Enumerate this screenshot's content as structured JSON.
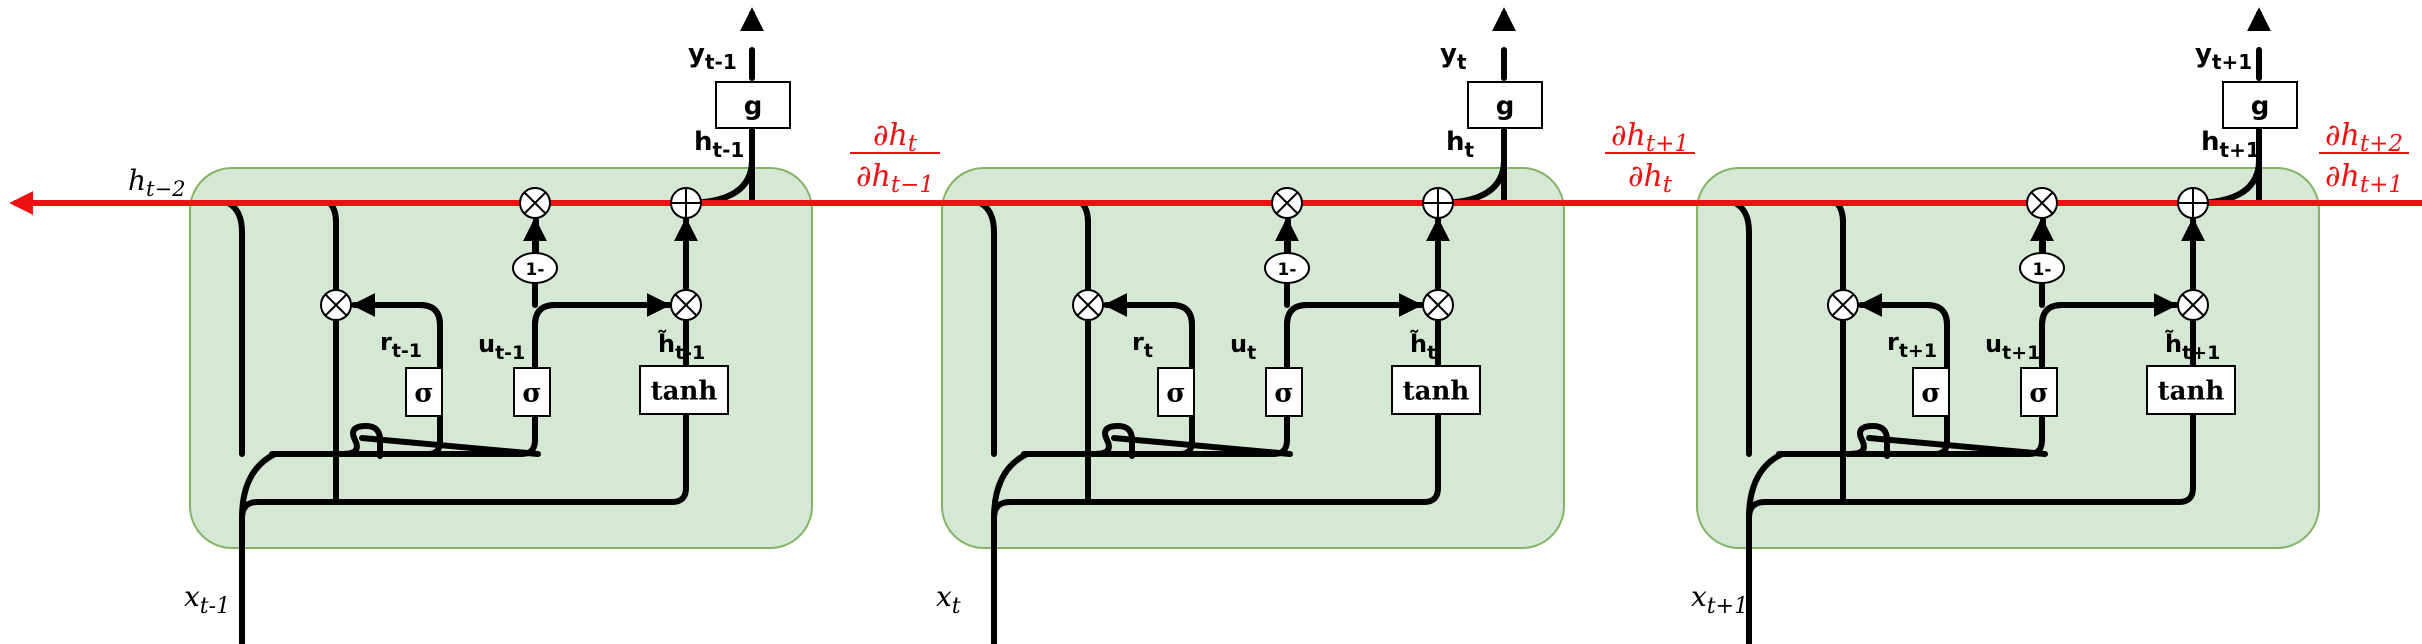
{
  "colors": {
    "cell_fill": "#d5e8d4",
    "cell_stroke": "#82b366",
    "gradient": "#ee1111",
    "ink": "#000000"
  },
  "gate_labels": {
    "sigma": "σ",
    "tanh": "tanh",
    "g": "g",
    "one_minus": "1-"
  },
  "left_label": {
    "h": "h",
    "sub": "t−2"
  },
  "cells": [
    {
      "x_h": "x",
      "x_sub": "t-1",
      "y_h": "y",
      "y_sub": "t-1",
      "hout_h": "h",
      "hout_sub": "t-1",
      "r_h": "r",
      "r_sub": "t-1",
      "u_h": "u",
      "u_sub": "t-1",
      "hc_h": "h̃",
      "hc_sub": "t-1"
    },
    {
      "x_h": "x",
      "x_sub": "t",
      "y_h": "y",
      "y_sub": "t",
      "hout_h": "h",
      "hout_sub": "t",
      "r_h": "r",
      "r_sub": "t",
      "u_h": "u",
      "u_sub": "t",
      "hc_h": "h̃",
      "hc_sub": "t"
    },
    {
      "x_h": "x",
      "x_sub": "t+1",
      "y_h": "y",
      "y_sub": "t+1",
      "hout_h": "h",
      "hout_sub": "t+1",
      "r_h": "r",
      "r_sub": "t+1",
      "u_h": "u",
      "u_sub": "t+1",
      "hc_h": "h̃",
      "hc_sub": "t+1"
    }
  ],
  "gradients": [
    {
      "num": "∂h",
      "num_sub": "t",
      "den": "∂h",
      "den_sub": "t−1"
    },
    {
      "num": "∂h",
      "num_sub": "t+1",
      "den": "∂h",
      "den_sub": "t"
    },
    {
      "num": "∂h",
      "num_sub": "t+2",
      "den": "∂h",
      "den_sub": "t+1"
    }
  ]
}
